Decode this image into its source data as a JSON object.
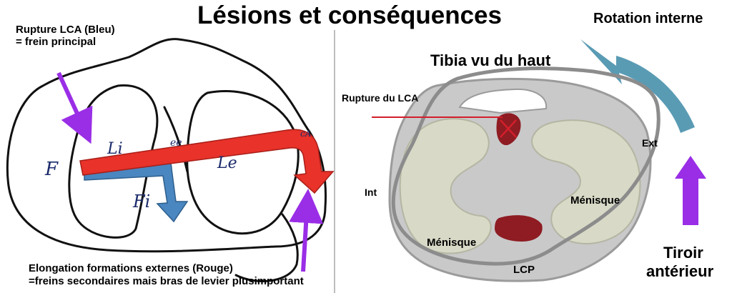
{
  "title": "Lésions et conséquences",
  "left_panel": {
    "top_note_line1": "Rupture LCA  (Bleu)",
    "top_note_line2": "= frein principal",
    "bottom_note_line1": "Elongation formations externes (Rouge)",
    "bottom_note_line2": "=freins secondaires mais bras de levier plusimportant",
    "sketch_labels": {
      "F": "F",
      "Li": "Li",
      "Le": "Le",
      "Fi": "Fi",
      "ee": "ee",
      "ca": "cA"
    },
    "colors": {
      "red_arrow": "#e8322a",
      "blue_arrow": "#4a86c0",
      "purple_arrow": "#9a2ee6"
    }
  },
  "right_panel": {
    "rotation_label": "Rotation interne",
    "view_title": "Tibia vu du haut",
    "rupture_label": "Rupture du LCA",
    "ext_label": "Ext",
    "int_label": "Int",
    "menisque_ext": "Ménisque",
    "menisque_int": "Ménisque",
    "lcp_label": "LCP",
    "tiroir_line1": "Tiroir",
    "tiroir_line2": "antérieur",
    "colors": {
      "rotation_arrow": "#5a9bb4",
      "meniscus_fill": "#d8d9c6",
      "tibia_fill": "#c9c9ca",
      "ligament_fill": "#8e1c22",
      "rupture_line": "#d21f2b",
      "tiroir_arrow": "#9a2ee6"
    }
  }
}
